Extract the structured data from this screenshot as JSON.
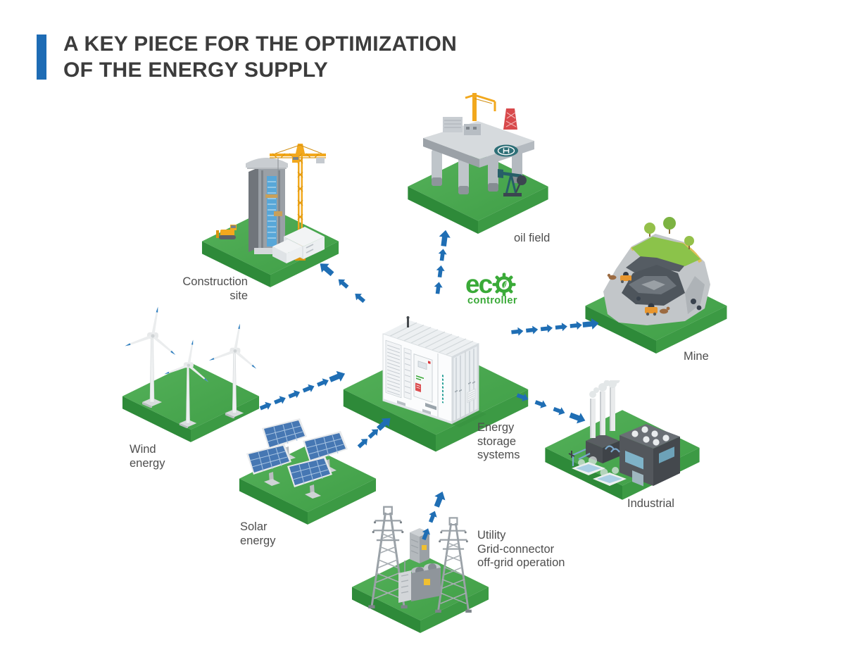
{
  "title": {
    "text": "A KEY PIECE FOR THE OPTIMIZATION\nOF THE ENERGY SUPPLY"
  },
  "logo": {
    "brand_prefix": "ec",
    "brand_full": "eco",
    "subtitle": "controller",
    "color": "#3aaa38",
    "icon": "gear-leaf-icon"
  },
  "colors": {
    "accent_blue": "#1e6cb5",
    "arrow_blue": "#1f6eb4",
    "platform_green_top": "#46a84c",
    "platform_green_left": "#2e8a39",
    "platform_green_right": "#3c9a44",
    "title_text": "#3c3c3c",
    "label_text": "#4e4e4e",
    "logo_green": "#3aaa38"
  },
  "nodes": {
    "construction": {
      "label": "Construction\nsite"
    },
    "oil_field": {
      "label": "oil field"
    },
    "mine": {
      "label": "Mine"
    },
    "energy_storage": {
      "label": "Energy\nstorage\nsystems"
    },
    "industrial": {
      "label": "Industrial"
    },
    "utility": {
      "label": "Utility\nGrid-connector\noff-grid operation"
    },
    "solar": {
      "label": "Solar\nenergy"
    },
    "wind": {
      "label": "Wind\nenergy"
    }
  },
  "flows": [
    {
      "from": "energy_storage",
      "to": "construction",
      "direction": "outward"
    },
    {
      "from": "energy_storage",
      "to": "oil_field",
      "direction": "outward"
    },
    {
      "from": "energy_storage",
      "to": "mine",
      "direction": "outward"
    },
    {
      "from": "energy_storage",
      "to": "industrial",
      "direction": "outward"
    },
    {
      "from": "wind",
      "to": "energy_storage",
      "direction": "inward"
    },
    {
      "from": "solar",
      "to": "energy_storage",
      "direction": "inward"
    },
    {
      "from": "utility",
      "to": "energy_storage",
      "direction": "inward"
    }
  ]
}
